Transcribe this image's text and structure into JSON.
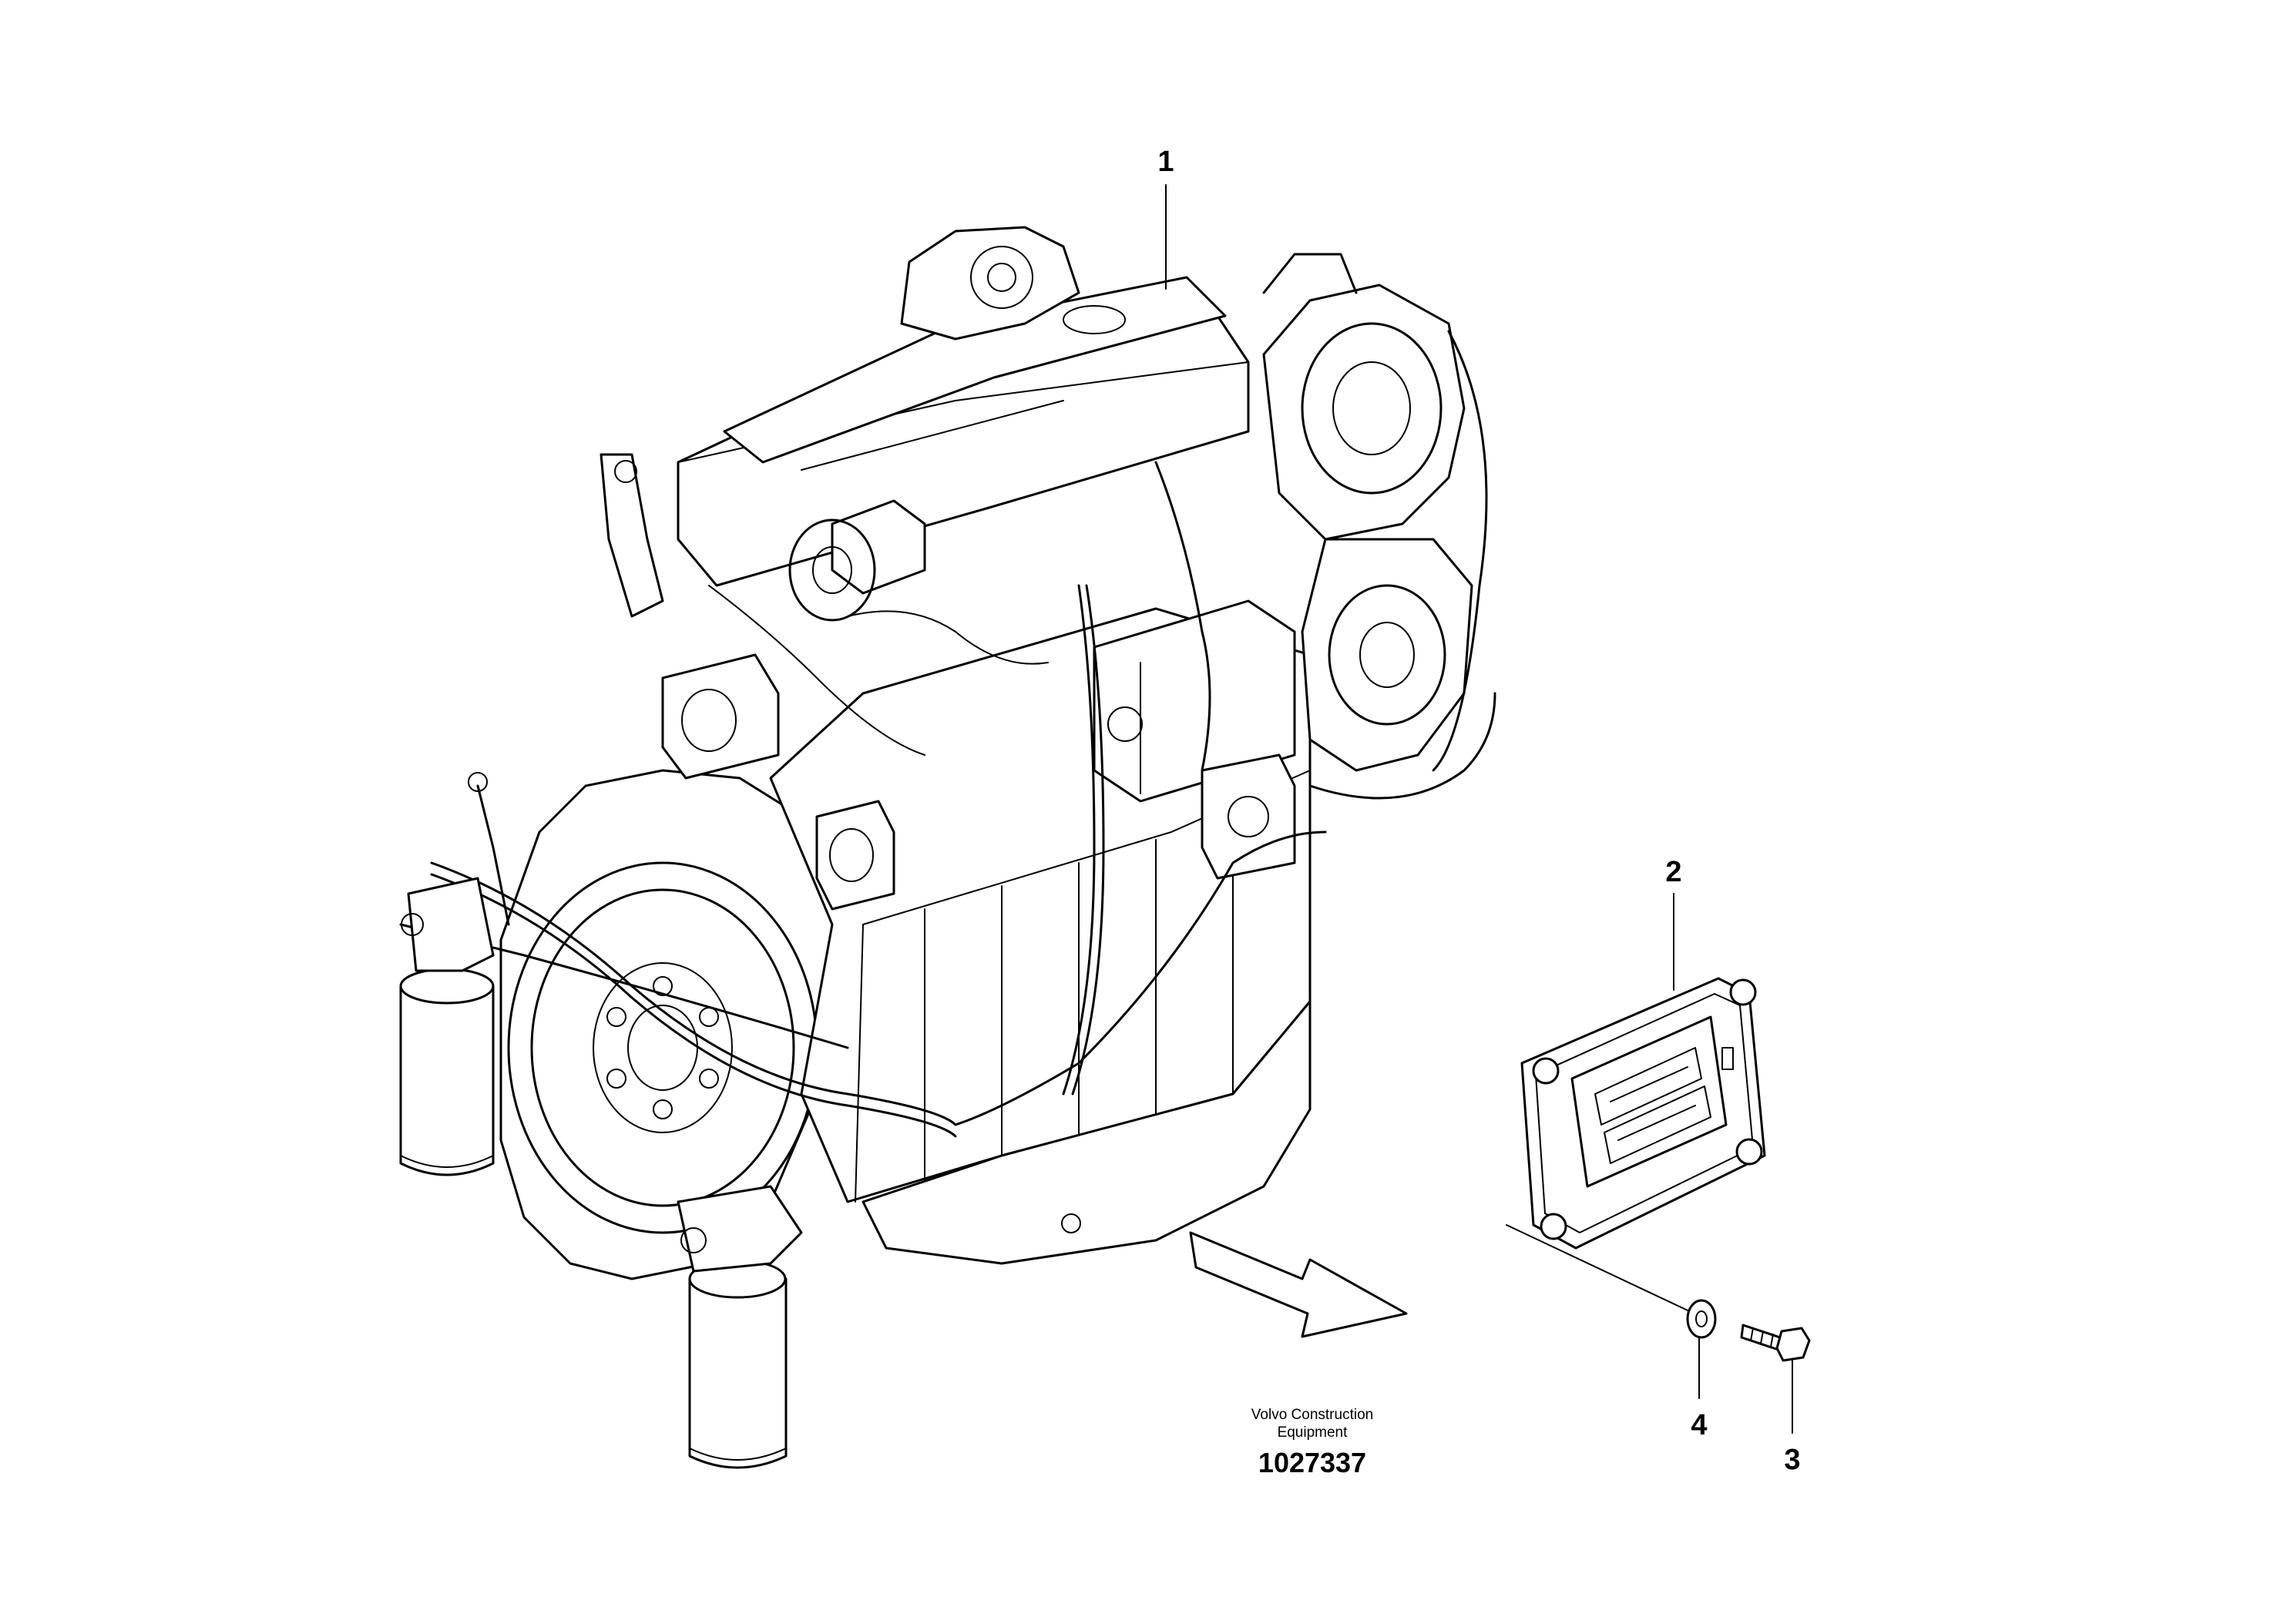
{
  "callouts": {
    "engine": "1",
    "control_unit": "2",
    "screw": "3",
    "washer": "4"
  },
  "credit": {
    "line1": "Volvo Construction",
    "line2": "Equipment"
  },
  "drawing_number": "1027337"
}
